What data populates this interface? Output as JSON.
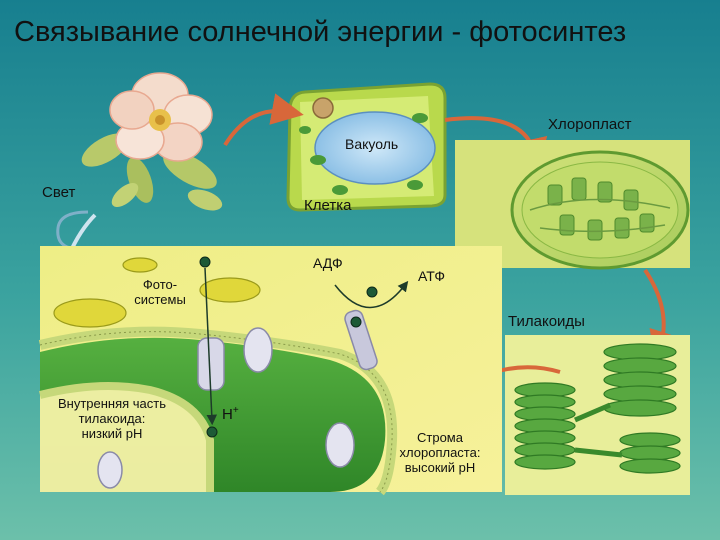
{
  "title": "Связывание солнечной энергии - фотосинтез",
  "labels": {
    "vacuole": "Вакуоль",
    "chloroplast": "Хлоропласт",
    "light": "Свет",
    "cell": "Клетка",
    "adp": "АДФ",
    "atp": "АТФ",
    "photosystems_1": "Фото-",
    "photosystems_2": "системы",
    "thylakoids": "Тилакоиды",
    "inner_1": "Внутренняя часть",
    "inner_2": "тилакоида:",
    "inner_3": "низкий pH",
    "proton_base": "H",
    "proton_sup": "+",
    "stroma_1": "Строма",
    "stroma_2": "хлоропласта:",
    "stroma_3": "высокий pH"
  },
  "colors": {
    "background_top": "#1b8a96",
    "background_bottom": "#5ab8a8",
    "panel_yellow": "#f2ef8a",
    "thylakoid_green": "#3e9a32",
    "arrow_orange": "#d8673a"
  }
}
